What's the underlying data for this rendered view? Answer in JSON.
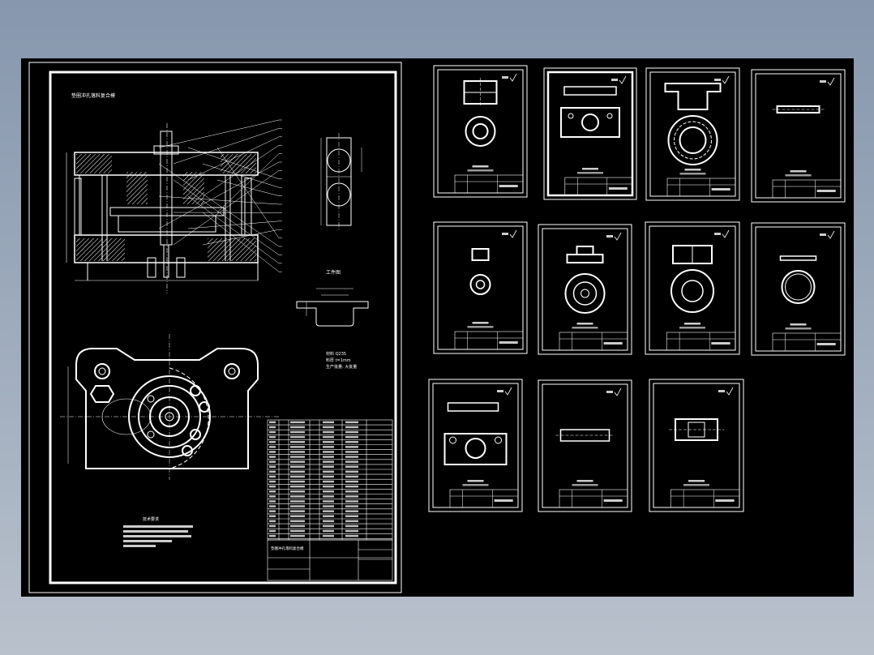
{
  "drawing": {
    "main_sheet": {
      "title": "垫圈冲孔落料复合模",
      "workpiece_label": "工件图",
      "material_note": [
        "材料 Q235",
        "料厚 t=1mm",
        "生产批量: 大批量"
      ],
      "tech_req_title": "技术要求",
      "title_block_name": "垫圈冲孔落料复合模",
      "callout_count": 19
    },
    "part_sheets": [
      {
        "name": "sheet-1"
      },
      {
        "name": "sheet-2"
      },
      {
        "name": "sheet-3"
      },
      {
        "name": "sheet-4"
      },
      {
        "name": "sheet-5"
      },
      {
        "name": "sheet-6"
      },
      {
        "name": "sheet-7"
      },
      {
        "name": "sheet-8"
      },
      {
        "name": "sheet-9"
      },
      {
        "name": "sheet-10"
      },
      {
        "name": "sheet-11"
      }
    ]
  },
  "colors": {
    "background_top": "#8797ad",
    "canvas": "#000000",
    "line": "#ffffff"
  }
}
